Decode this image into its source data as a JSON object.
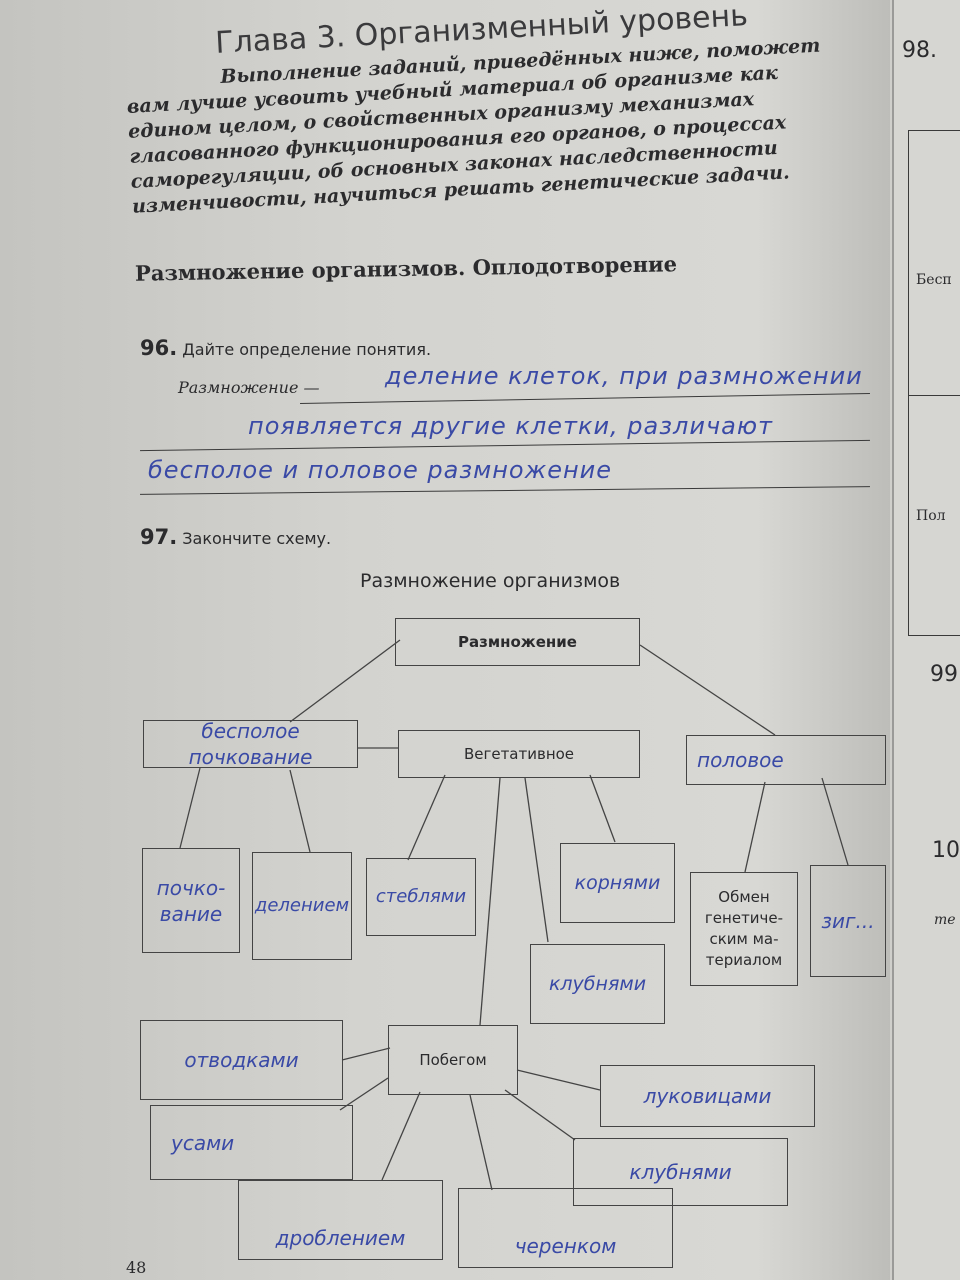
{
  "chapter_title": "Глава 3. Организменный уровень",
  "intro_lines": [
    "Выполнение заданий, приведённых ниже, поможет",
    "вам лучше усвоить учебный материал об организме как",
    "едином целом, о свойственных организму механизмах",
    "гласованного функционирования его органов, о процессах",
    "саморегуляции, об основных законах наследственности",
    "изменчивости, научиться решать генетические задачи."
  ],
  "section_title": "Размножение организмов. Оплодотворение",
  "task96": {
    "number": "96.",
    "prompt": "Дайте определение понятия.",
    "term": "Размножение —",
    "answer_lines": [
      "деление клеток, при размножении",
      "появляется другие клетки, различают",
      "бесполое и половое размножение"
    ]
  },
  "task97": {
    "number": "97.",
    "prompt": "Закончите схему.",
    "scheme_title": "Размножение организмов",
    "root": "Размножение",
    "asexual": "бесполое почкование",
    "vegetative": "Вегетативное",
    "sexual": "половое",
    "asexual_children": [
      "почко-вание",
      "делением"
    ],
    "vegetative_children": [
      "стеблями",
      "корнями",
      "клубнями"
    ],
    "sexual_children": [
      "Обмен генетиче-ским ма-териалом",
      "зиг..."
    ],
    "shoot": "Побегом",
    "shoot_children": [
      "отводками",
      "усами",
      "дроблением",
      "черенком",
      "клубнями",
      "луковицами"
    ]
  },
  "page_number": "48",
  "right_page": {
    "task98": "98.",
    "row1": "Бесп",
    "row2": "Пол",
    "task99": "99",
    "task100": "10",
    "fragment": "те"
  },
  "colors": {
    "ink": "#3a4aa6",
    "paper": "#d3d3cf",
    "print": "#2b2b2d"
  }
}
